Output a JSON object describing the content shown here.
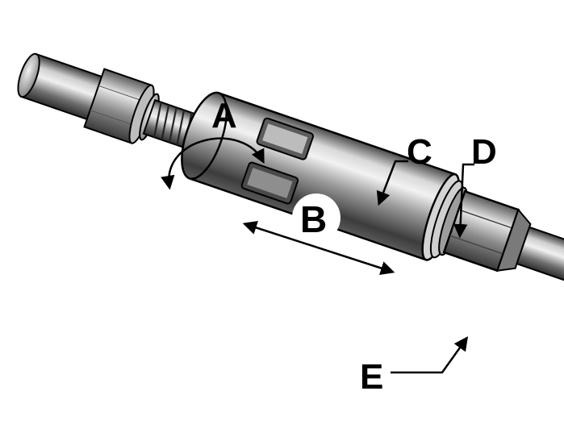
{
  "labels": {
    "a": "A",
    "b": "B",
    "c": "C",
    "d": "D",
    "e": "E"
  },
  "colors": {
    "metal_dark": "#3a3a3a",
    "metal_mid": "#8c8c8c",
    "metal_light": "#e6e6e6",
    "outline": "#000000",
    "background": "#ffffff"
  }
}
